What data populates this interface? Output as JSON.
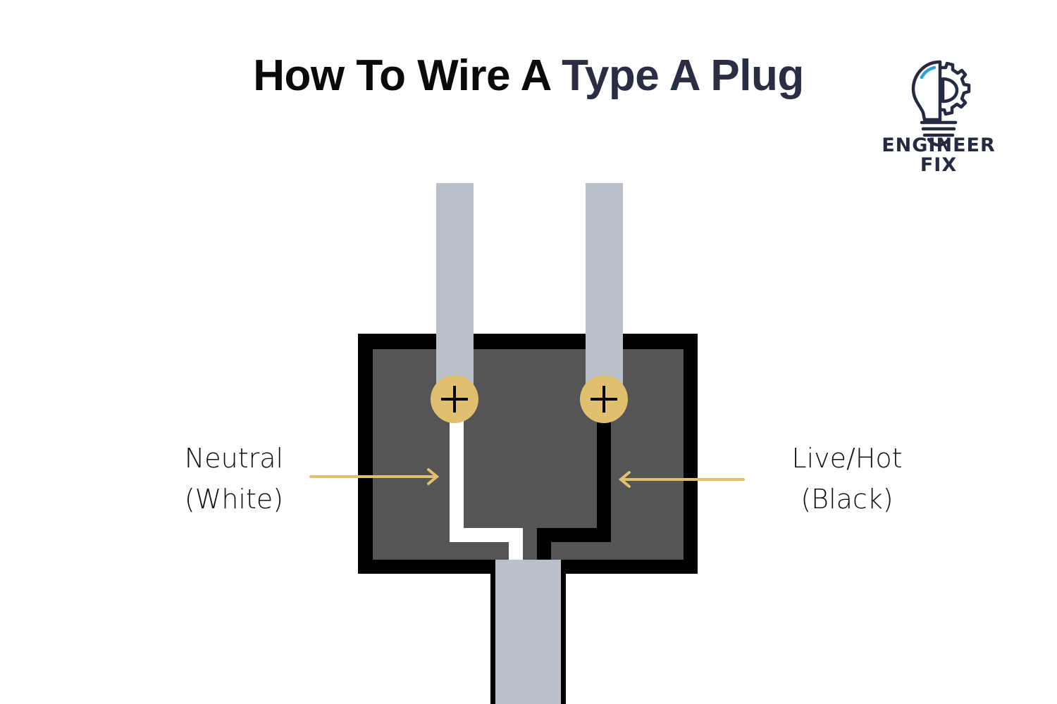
{
  "title": {
    "part1": "How To Wire A ",
    "part2": "Type A Plug"
  },
  "logo": {
    "icon": "lightbulb-gear-icon",
    "line1": "ENGINEER",
    "line2": "FIX"
  },
  "labels": {
    "neutral": {
      "line1": "Neutral",
      "line2": "(White)"
    },
    "live": {
      "line1": "Live/Hot",
      "line2": "(Black)"
    }
  },
  "terminals": [
    {
      "name": "neutral-terminal",
      "wire_color": "white"
    },
    {
      "name": "live-terminal",
      "wire_color": "black"
    }
  ],
  "colors": {
    "title_text": "#0a0a0a",
    "title_accent": "#2b2d42",
    "plug_housing_outline": "#000000",
    "plug_housing_fill": "#555555",
    "prong": "#bbc1cb",
    "screw": "#e0c06e",
    "arrow": "#e0c06e",
    "neutral_wire": "#ffffff",
    "live_wire": "#000000",
    "logo": "#262a40",
    "logo_highlight": "#2aa3d3"
  }
}
